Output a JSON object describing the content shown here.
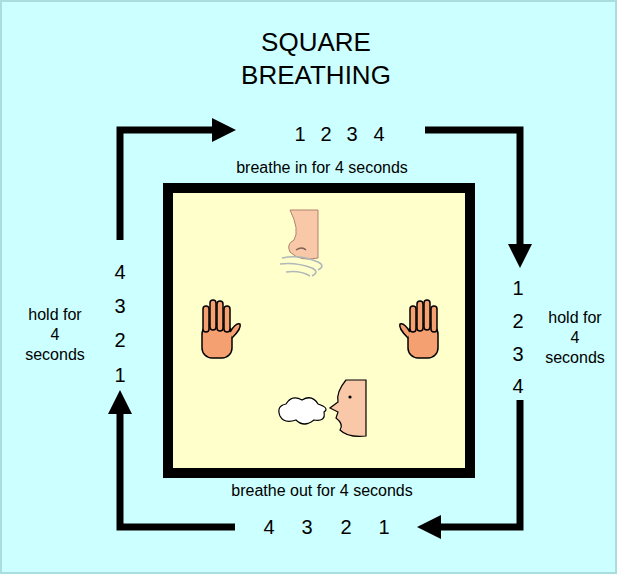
{
  "diagram": {
    "title": "SQUARE BREATHING",
    "labels": [
      "1",
      "2",
      "3",
      "4",
      "breathe in for 4 seconds",
      "hold for 4 seconds",
      "4",
      "3",
      "2",
      "1",
      "1",
      "2",
      "3",
      "4",
      "hold for 4 seconds",
      "breathe out for 4 seconds",
      "4",
      "3",
      "2",
      "1"
    ]
  }
}
